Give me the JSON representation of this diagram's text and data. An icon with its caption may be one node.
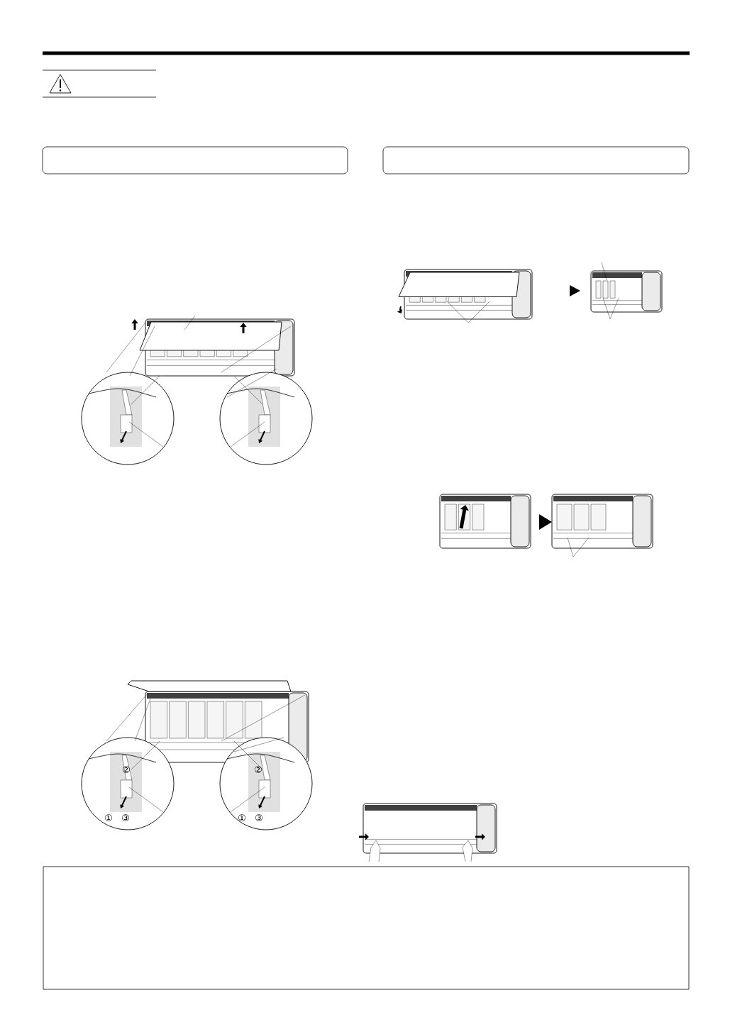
{
  "diagram": {
    "nodes": [
      {
        "text": [],
        "shape": "box"
      },
      {
        "text": [],
        "shape": "box"
      },
      {
        "text": [],
        "shape": "box"
      }
    ],
    "labels": [
      "②",
      "①",
      "③",
      "②",
      "①",
      "③"
    ]
  }
}
